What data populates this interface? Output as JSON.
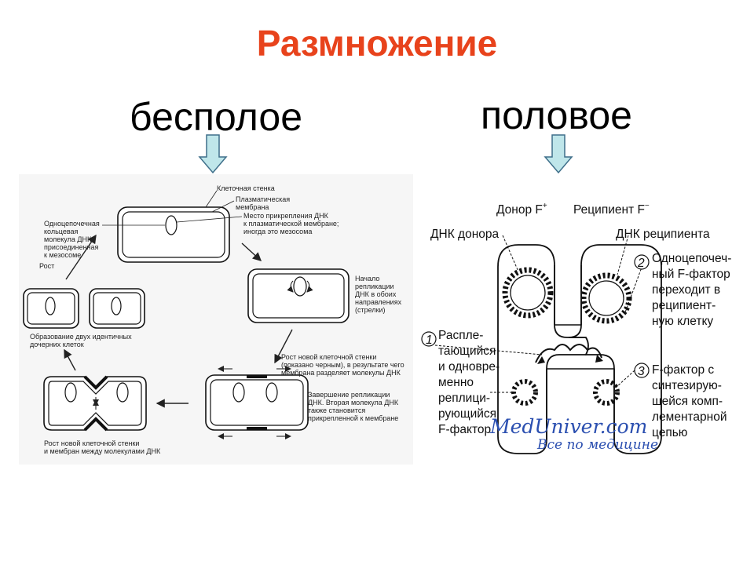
{
  "title": "Размножение",
  "colors": {
    "title": "#e8431c",
    "arrow_fill": "#bfe6ea",
    "arrow_stroke": "#3f6f8a",
    "watermark": "#2b4fb0"
  },
  "asexual": {
    "heading": "бесполое",
    "labels": {
      "cell_wall": "Клеточная стенка",
      "plasma_membrane": [
        "Плазматическая",
        "мембрана"
      ],
      "attach": [
        "Место прикрепления ДНК",
        "к плазматической мембране;",
        "иногда это мезосома"
      ],
      "single_strand": [
        "Одноцепочечная",
        "кольцевая",
        "молекула ДНК,",
        "присоединенная",
        "к мезосоме"
      ],
      "growth": "Рост",
      "replication_start": [
        "Начало",
        "репликации",
        "ДНК в обоих",
        "направлениях",
        "(стрелки)"
      ],
      "two_cells": [
        "Образование двух идентичных",
        "дочерних клеток"
      ],
      "new_wall": [
        "Рост новой клеточной стенки",
        "(показано черным), в результате чего",
        "мембрана разделяет молекулы ДНК"
      ],
      "replication_end": [
        "Завершение репликации",
        "ДНК. Вторая молекула ДНК",
        "также становится",
        "прикрепленной к мембране"
      ],
      "new_wall_membrane": [
        "Рост новой клеточной стенки",
        "и мембран между молекулами ДНК"
      ]
    }
  },
  "sexual": {
    "heading": "половое",
    "labels": {
      "donor": "Донор F",
      "donor_sup": "+",
      "recipient": "Реципиент F",
      "recipient_sup": "−",
      "dna_donor": "ДНК донора",
      "dna_recipient": "ДНК реципиента",
      "num2": "2",
      "num1": "1",
      "num3": "3",
      "text2": [
        "Одноцепочеч-",
        "ный F-фактор",
        "переходит в",
        "реципиент-",
        "ную клетку"
      ],
      "text1": [
        "Распле-",
        "тающийся",
        "и одновре-",
        "менно",
        "реплици-",
        "рующийся",
        "F-фактор"
      ],
      "text3": [
        "F-фактор  с",
        "синтезирую-",
        "щейся комп-",
        "лементарной",
        "цепью"
      ]
    },
    "watermark": {
      "main": "MedUniver.com",
      "sub": "Все по медицине"
    }
  }
}
